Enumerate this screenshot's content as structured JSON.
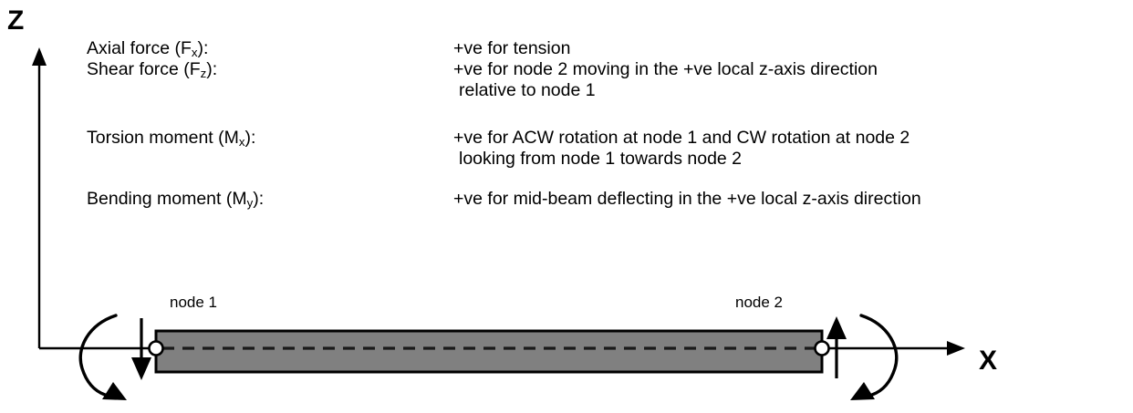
{
  "axes": {
    "z_label": "Z",
    "x_label": "X"
  },
  "legend": {
    "rows": [
      {
        "term": "Axial force (F",
        "term_sub": "x",
        "term_suffix": "):",
        "desc_lines": [
          "+ve for tension"
        ]
      },
      {
        "term": "Shear force (F",
        "term_sub": "z",
        "term_suffix": "):",
        "desc_lines": [
          "+ve for node 2 moving in the +ve local z-axis direction",
          "relative to node 1"
        ]
      },
      {
        "term": "Torsion moment (M",
        "term_sub": "x",
        "term_suffix": "):",
        "desc_lines": [
          "+ve for ACW rotation at node 1 and CW rotation at node 2",
          "looking from node 1 towards node 2"
        ]
      },
      {
        "term": "Bending moment (M",
        "term_sub": "y",
        "term_suffix": "):",
        "desc_lines": [
          "+ve for mid-beam deflecting in the +ve local z-axis direction"
        ]
      }
    ]
  },
  "beam": {
    "node1_label": "node 1",
    "node2_label": "node 2",
    "fill_color": "#808080",
    "stroke_color": "#000000",
    "centerline_style": "dashed"
  },
  "colors": {
    "background": "#ffffff",
    "ink": "#000000",
    "beam_fill": "#808080"
  }
}
